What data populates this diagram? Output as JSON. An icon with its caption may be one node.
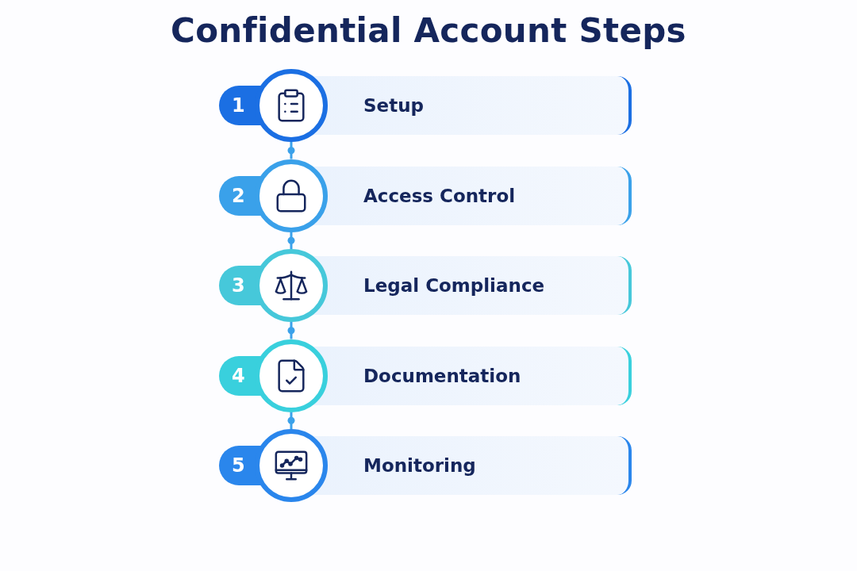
{
  "diagram": {
    "title": "Confidential Account Steps",
    "nodes": [
      {
        "text": [
          "1",
          "Setup"
        ]
      },
      {
        "text": [
          "2",
          "Access Control"
        ]
      },
      {
        "text": [
          "3",
          "Legal Compliance"
        ]
      },
      {
        "text": [
          "4",
          "Documentation"
        ]
      },
      {
        "text": [
          "5",
          "Monitoring"
        ]
      }
    ],
    "edges": [
      {
        "from": 0,
        "to": 1,
        "arrow": "none"
      },
      {
        "from": 1,
        "to": 2,
        "arrow": "none"
      },
      {
        "from": 2,
        "to": 3,
        "arrow": "none"
      },
      {
        "from": 3,
        "to": 4,
        "arrow": "none"
      }
    ]
  }
}
